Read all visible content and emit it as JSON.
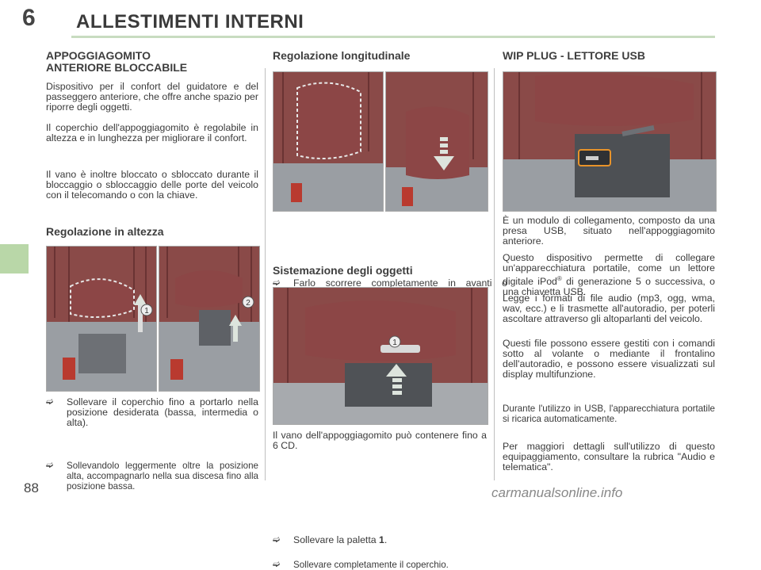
{
  "header": {
    "chapter_number": "6",
    "title": "ALLESTIMENTI INTERNI",
    "page_number": "88"
  },
  "col1": {
    "heading_l1": "APPOGGIAGOMITO",
    "heading_l2": "ANTERIORE BLOCCABILE",
    "p1": "Dispositivo per il confort del guidatore e del passeggero anteriore, che offre anche spazio per riporre degli oggetti.",
    "p2": "Il coperchio dell'appoggiagomito è regolabile in altezza e in lunghezza per migliorare il confort.",
    "p3": "Il vano è inoltre bloccato o sbloccato durante il bloccaggio o sbloccaggio delle porte del veicolo con il telecomando o con la chiave.",
    "sub_heading": "Regolazione in altezza",
    "bullet1": "Sollevare il coperchio fino a portarlo nella posizione desiderata (bassa, intermedia o alta).",
    "bullet2": "Sollevandolo leggermente oltre la posizione alta, accompagnarlo nella sua discesa fino alla posizione bassa."
  },
  "col2": {
    "heading1": "Regolazione longitudinale",
    "bullet1": "Farlo scorrere completamente in avanti o indietro.",
    "heading2": "Sistemazione degli oggetti",
    "p1": "Il vano dell'appoggiagomito può contenere fino a 6 CD.",
    "bullet2_pre": "Sollevare la paletta ",
    "bullet2_bold": "1",
    "bullet2_post": ".",
    "bullet3": "Sollevare completamente il coperchio.",
    "callout": "1"
  },
  "col3": {
    "heading": "WIP PLUG - LETTORE USB",
    "p1": "È un modulo di collegamento, composto da una presa USB, situato nell'appoggiagomito anteriore.",
    "p2_pre": "Questo dispositivo permette di collegare un'apparecchiatura portatile, come un lettore digitale iPod",
    "p2_sup": "®",
    "p2_post": " di generazione 5 o successiva, o una chiavetta USB.",
    "p3": "Legge i formati di file audio (mp3, ogg, wma, wav, ecc.) e li trasmette all'autoradio, per poterli ascoltare attraverso gli altoparlanti del veicolo.",
    "p4": "Questi file possono essere gestiti con i comandi sotto al volante o mediante il frontalino dell'autoradio, e possono essere visualizzati sul display multifunzione.",
    "p5": "Durante l'utilizzo in USB, l'apparecchiatura portatile si ricarica automaticamente.",
    "p6": "Per maggiori dettagli sull'utilizzo di questo equipaggiamento, consultare la rubrica \"Audio e telematica\"."
  },
  "photo_labels": {
    "a": "1",
    "b": "2"
  },
  "watermark": "carmanualsonline.info",
  "colors": {
    "leather": "#7e3d3d",
    "accent_green": "#b9d7a8",
    "rule": "#c8dcc0"
  }
}
